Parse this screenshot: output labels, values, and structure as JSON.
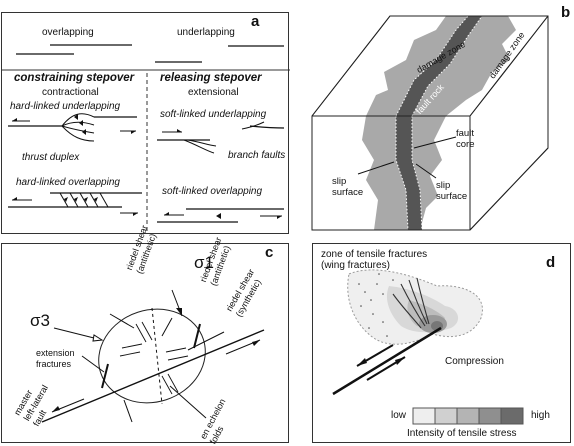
{
  "panel_a": {
    "letter": "a",
    "overlapping": "overlapping",
    "underlapping": "underlapping",
    "constraining": "constraining stepover",
    "contractional": "contractional",
    "releasing": "releasing stepover",
    "extensional": "extensional",
    "hard_under": "hard-linked underlapping",
    "thrust_duplex": "thrust duplex",
    "hard_over": "hard-linked overlapping",
    "soft_under": "soft-linked underlapping",
    "branch_faults": "branch faults",
    "soft_over": "soft-linked overlapping"
  },
  "panel_b": {
    "letter": "b",
    "damage_zone_1": "damage zone",
    "damage_zone_2": "damage zone",
    "fault_rock": "fault rock",
    "fault_core": "fault\ncore",
    "slip_surface_1": "slip\nsurface",
    "slip_surface_2": "slip\nsurface"
  },
  "panel_c": {
    "letter": "c",
    "sigma1": "σ1",
    "sigma3": "σ3",
    "riedel_anti_1": "riedel shear\n(antithetic)",
    "riedel_anti_2": "riedel shear\n(antithetic)",
    "riedel_syn": "riedel shear\n(synthetic)",
    "extension_fractures": "extension\nfractures",
    "master_fault": "master\nleft-lateral\nfault",
    "en_echelon": "en echelon\nfolds"
  },
  "panel_d": {
    "letter": "d",
    "zone_title": "zone of tensile fractures\n(wing fractures)",
    "compression": "Compression",
    "low": "low",
    "high": "high",
    "scale_caption": "Intensity of tensile stress",
    "scale_colors": [
      "#eeeeee",
      "#d0d0d0",
      "#b4b4b4",
      "#8f8f8f",
      "#6b6b6b"
    ]
  }
}
